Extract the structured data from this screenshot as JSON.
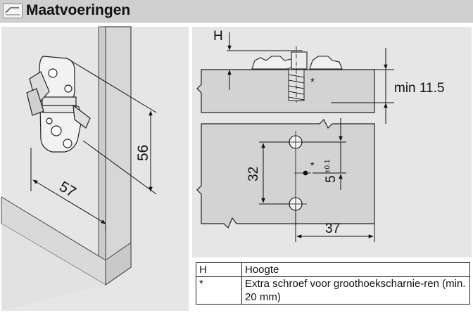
{
  "header": {
    "title": "Maatvoeringen",
    "icon": "hinge-ruler-icon"
  },
  "left_diagram": {
    "dim_width": "57",
    "dim_height": "56"
  },
  "right_diagram": {
    "label_h": "H",
    "label_min": "min 11.5",
    "star": "*",
    "dim_32": "32",
    "dim_5": "5",
    "dim_5_tol": "±0.1",
    "dim_37": "37"
  },
  "legend": [
    {
      "key": "H",
      "value": "Hoogte"
    },
    {
      "key": "*",
      "value": "Extra schroef voor groothoekscharnie-ren (min. 20 mm)"
    }
  ]
}
